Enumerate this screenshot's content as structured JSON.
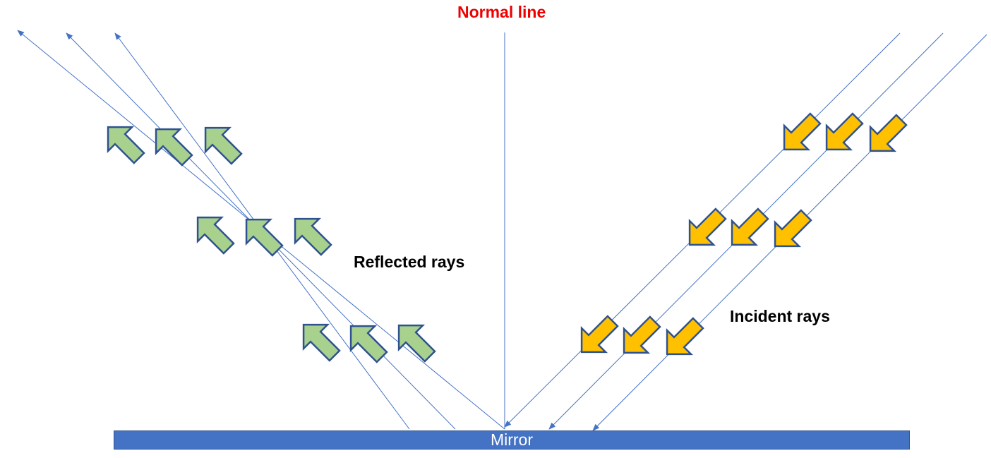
{
  "labels": {
    "normal_line": "Normal line",
    "reflected_rays": "Reflected rays",
    "incident_rays": "Incident rays",
    "mirror": "Mirror"
  },
  "colors": {
    "normal_label": "#ee0000",
    "ray_line": "#4472c4",
    "mirror_fill": "#4472c4",
    "mirror_border": "#2f528f",
    "reflected_arrow_fill": "#a9d18e",
    "reflected_arrow_stroke": "#2f528f",
    "incident_arrow_fill": "#ffc000",
    "incident_arrow_stroke": "#2f528f"
  },
  "icons": {
    "reflected_arrow": "up-left-block-arrow",
    "incident_arrow": "down-left-block-arrow"
  }
}
